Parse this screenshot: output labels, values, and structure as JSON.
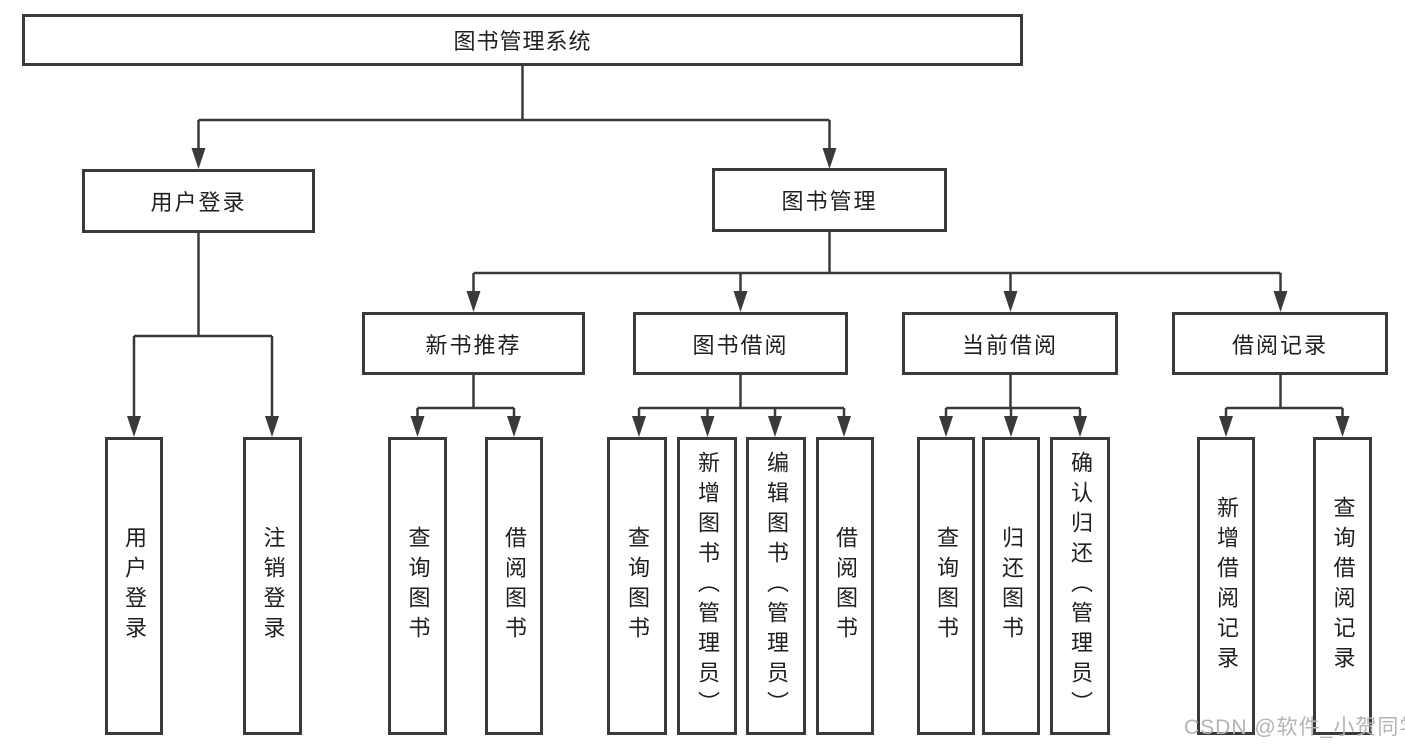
{
  "diagram": {
    "type": "hierarchy-tree",
    "colors": {
      "background": "#ffffff",
      "line": "#3a3a3a",
      "box_border": "#3a3a3a",
      "text": "#1f1f1f",
      "watermark": "#b4b4b4"
    },
    "tree": {
      "root": {
        "label": "图书管理系统"
      },
      "children": [
        {
          "label": "用户登录",
          "children": [
            {
              "label": "用户登录"
            },
            {
              "label": "注销登录"
            }
          ]
        },
        {
          "label": "图书管理",
          "children": [
            {
              "label": "新书推荐",
              "children": [
                {
                  "label": "查询图书"
                },
                {
                  "label": "借阅图书"
                }
              ]
            },
            {
              "label": "图书借阅",
              "children": [
                {
                  "label": "查询图书"
                },
                {
                  "label": "新增图书（管理员）"
                },
                {
                  "label": "编辑图书（管理员）"
                },
                {
                  "label": "借阅图书"
                }
              ]
            },
            {
              "label": "当前借阅",
              "children": [
                {
                  "label": "查询图书"
                },
                {
                  "label": "归还图书"
                },
                {
                  "label": "确认归还（管理员）"
                }
              ]
            },
            {
              "label": "借阅记录",
              "children": [
                {
                  "label": "新增借阅记录"
                },
                {
                  "label": "查询借阅记录"
                }
              ]
            }
          ]
        }
      ]
    },
    "watermark": {
      "text": "CSDN @软件_小贺同学"
    }
  }
}
